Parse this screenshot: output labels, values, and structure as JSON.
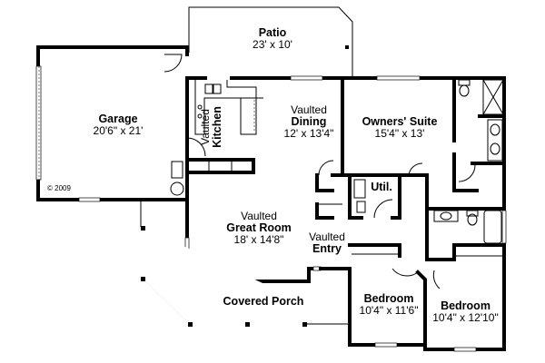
{
  "plan": {
    "copyright": "© 2009",
    "rooms": [
      {
        "id": "patio",
        "prefix": "",
        "name": "Patio",
        "dims": "23' x 10'"
      },
      {
        "id": "garage",
        "prefix": "",
        "name": "Garage",
        "dims": "20'6\" x 21'"
      },
      {
        "id": "kitchen",
        "prefix": "Vaulted",
        "name": "Kitchen",
        "dims": ""
      },
      {
        "id": "dining",
        "prefix": "Vaulted",
        "name": "Dining",
        "dims": "12' x 13'4\""
      },
      {
        "id": "owners-suite",
        "prefix": "",
        "name": "Owners' Suite",
        "dims": "15'4\" x 13'"
      },
      {
        "id": "utility",
        "prefix": "",
        "name": "Util.",
        "dims": ""
      },
      {
        "id": "great-room",
        "prefix": "Vaulted",
        "name": "Great Room",
        "dims": "18' x 14'8\""
      },
      {
        "id": "entry",
        "prefix": "Vaulted",
        "name": "Entry",
        "dims": ""
      },
      {
        "id": "covered-porch",
        "prefix": "",
        "name": "Covered Porch",
        "dims": ""
      },
      {
        "id": "bedroom-2",
        "prefix": "",
        "name": "Bedroom",
        "dims": "10'4\" x 11'6\""
      },
      {
        "id": "bedroom-3",
        "prefix": "",
        "name": "Bedroom",
        "dims": "10'4\" x 12'10\""
      }
    ]
  }
}
